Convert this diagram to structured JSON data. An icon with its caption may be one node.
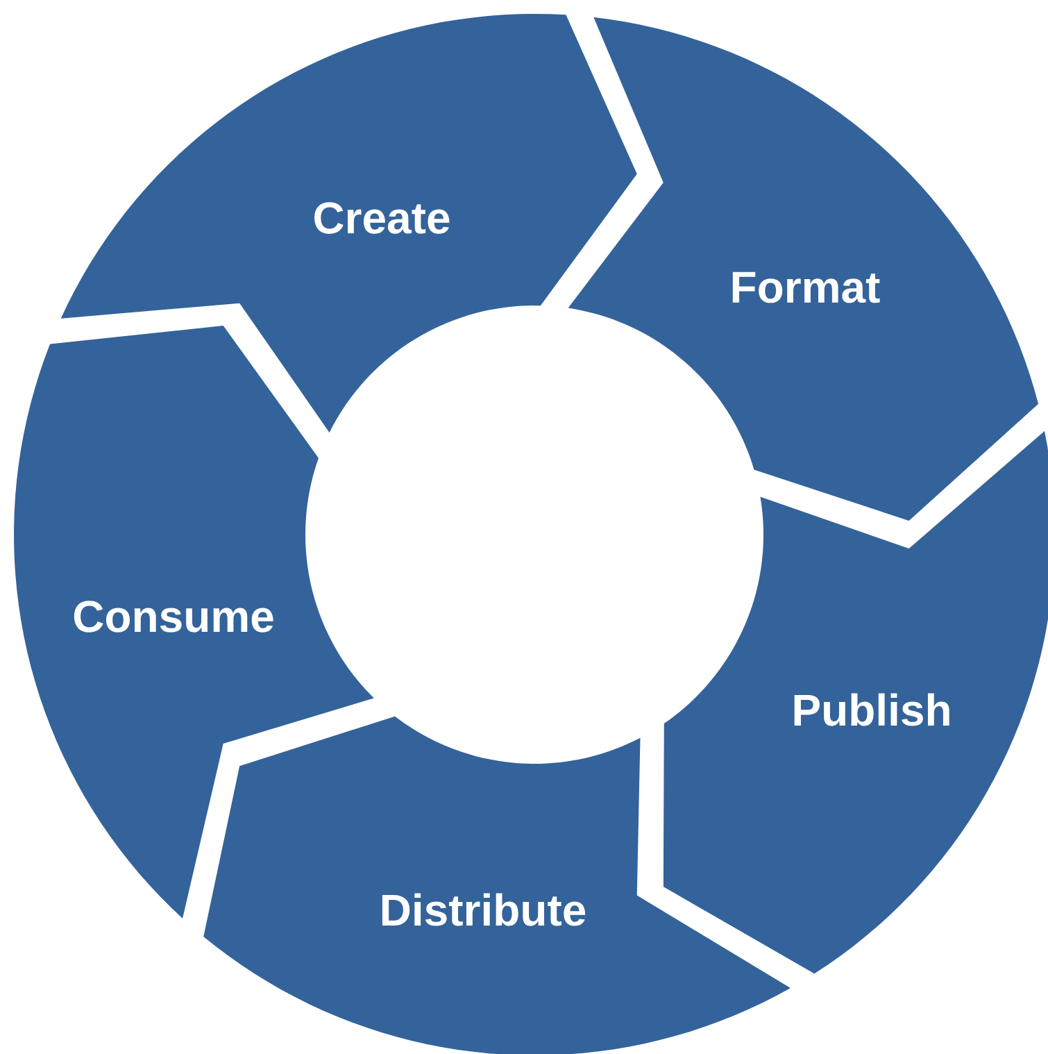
{
  "diagram": {
    "nodes": [
      {
        "text": [
          "Create"
        ]
      },
      {
        "text": [
          "Format"
        ]
      },
      {
        "text": [
          "Publish"
        ]
      },
      {
        "text": [
          "Distribute"
        ]
      },
      {
        "text": [
          "Consume"
        ]
      }
    ]
  }
}
